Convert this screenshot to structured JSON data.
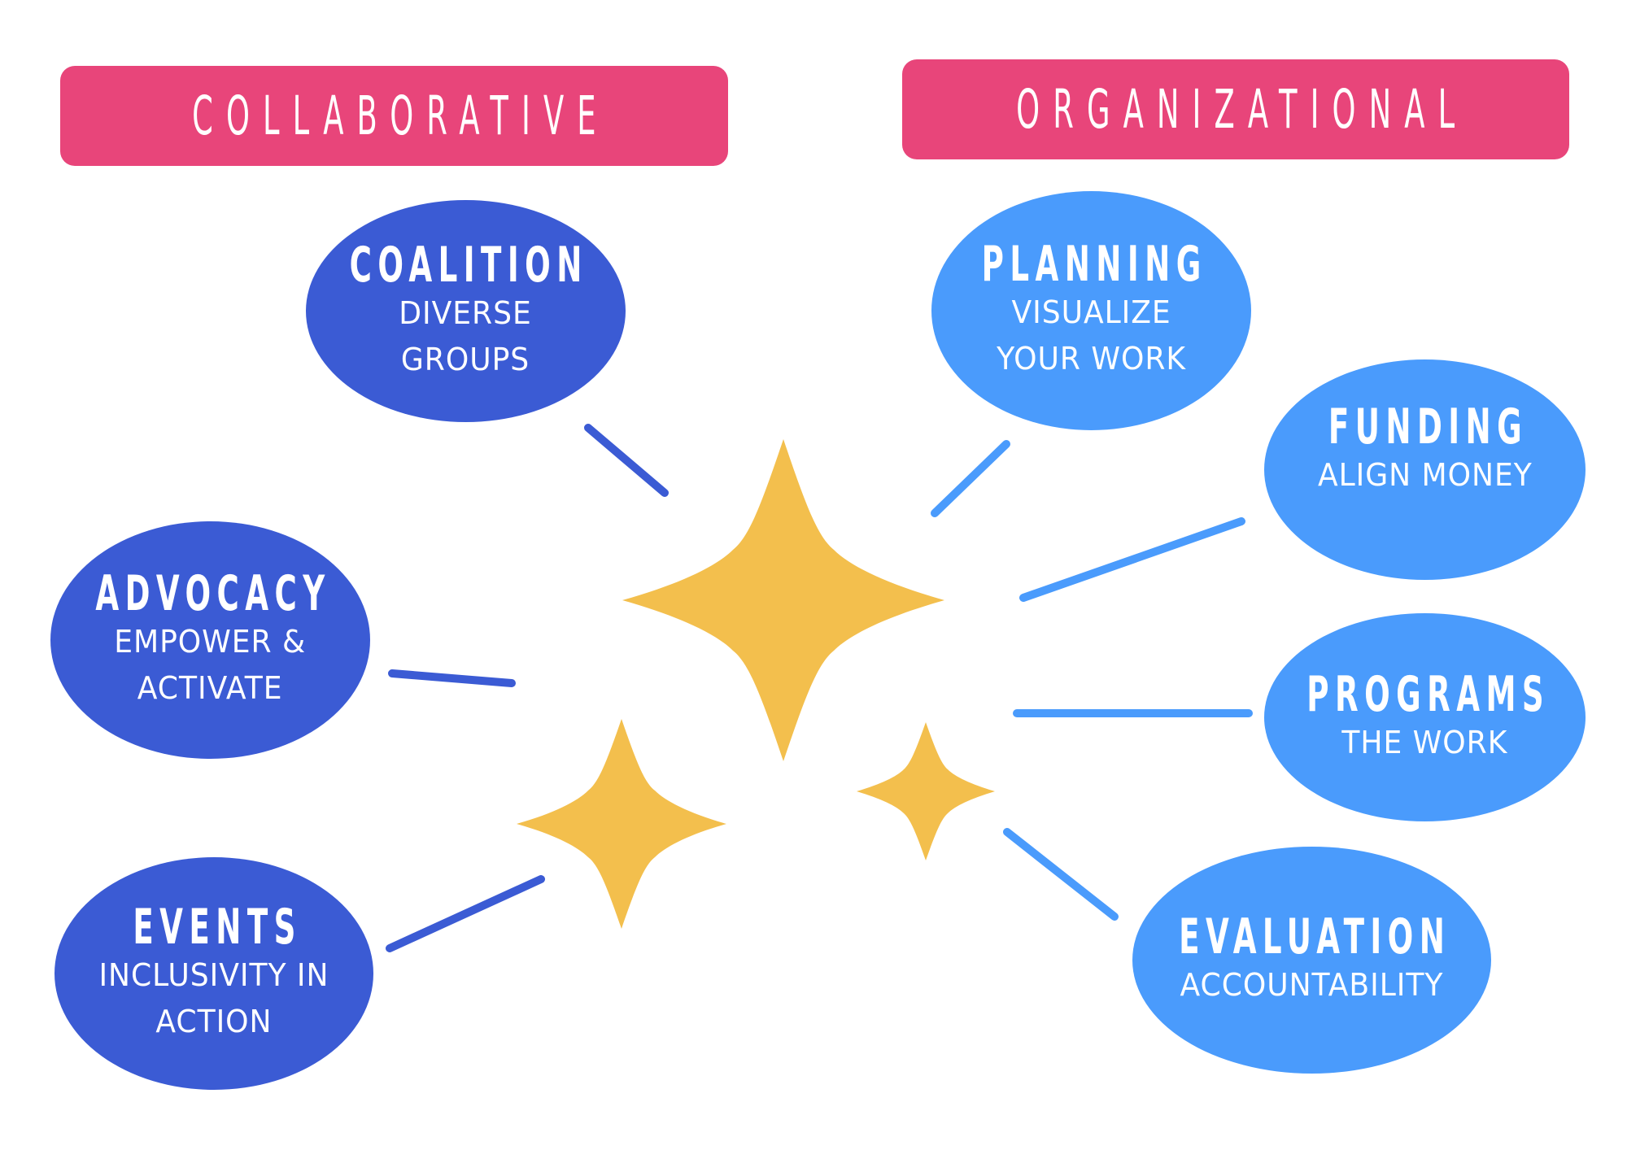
{
  "colors": {
    "banner": "#E8457A",
    "collaborative_node": "#3B5BD4",
    "organizational_node": "#4A9BFC",
    "sparkle": "#F3BF4D",
    "text": "#FFFFFF"
  },
  "headers": {
    "collaborative": "COLLABORATIVE",
    "organizational": "ORGANIZATIONAL"
  },
  "collaborative_nodes": [
    {
      "title": "COALITION",
      "subtitle": "DIVERSE\nGROUPS"
    },
    {
      "title": "ADVOCACY",
      "subtitle": "EMPOWER &\nACTIVATE"
    },
    {
      "title": "EVENTS",
      "subtitle": "INCLUSIVITY IN\nACTION"
    }
  ],
  "organizational_nodes": [
    {
      "title": "PLANNING",
      "subtitle": "VISUALIZE\nYOUR WORK"
    },
    {
      "title": "FUNDING",
      "subtitle": "ALIGN MONEY"
    },
    {
      "title": "PROGRAMS",
      "subtitle": "THE WORK"
    },
    {
      "title": "EVALUATION",
      "subtitle": "ACCOUNTABILITY"
    }
  ],
  "center_icon": "sparkles-icon"
}
